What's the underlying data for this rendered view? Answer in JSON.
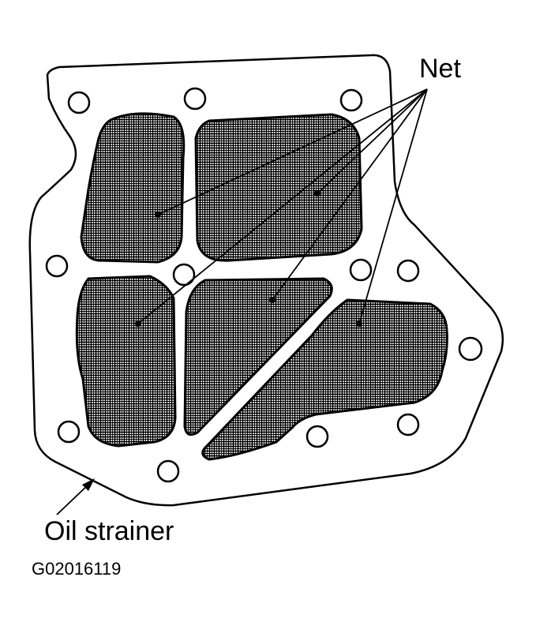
{
  "labels": {
    "net": "Net",
    "oil_strainer": "Oil strainer",
    "figure_id": "G02016119"
  },
  "colors": {
    "ink": "#000000",
    "paper": "#ffffff"
  }
}
